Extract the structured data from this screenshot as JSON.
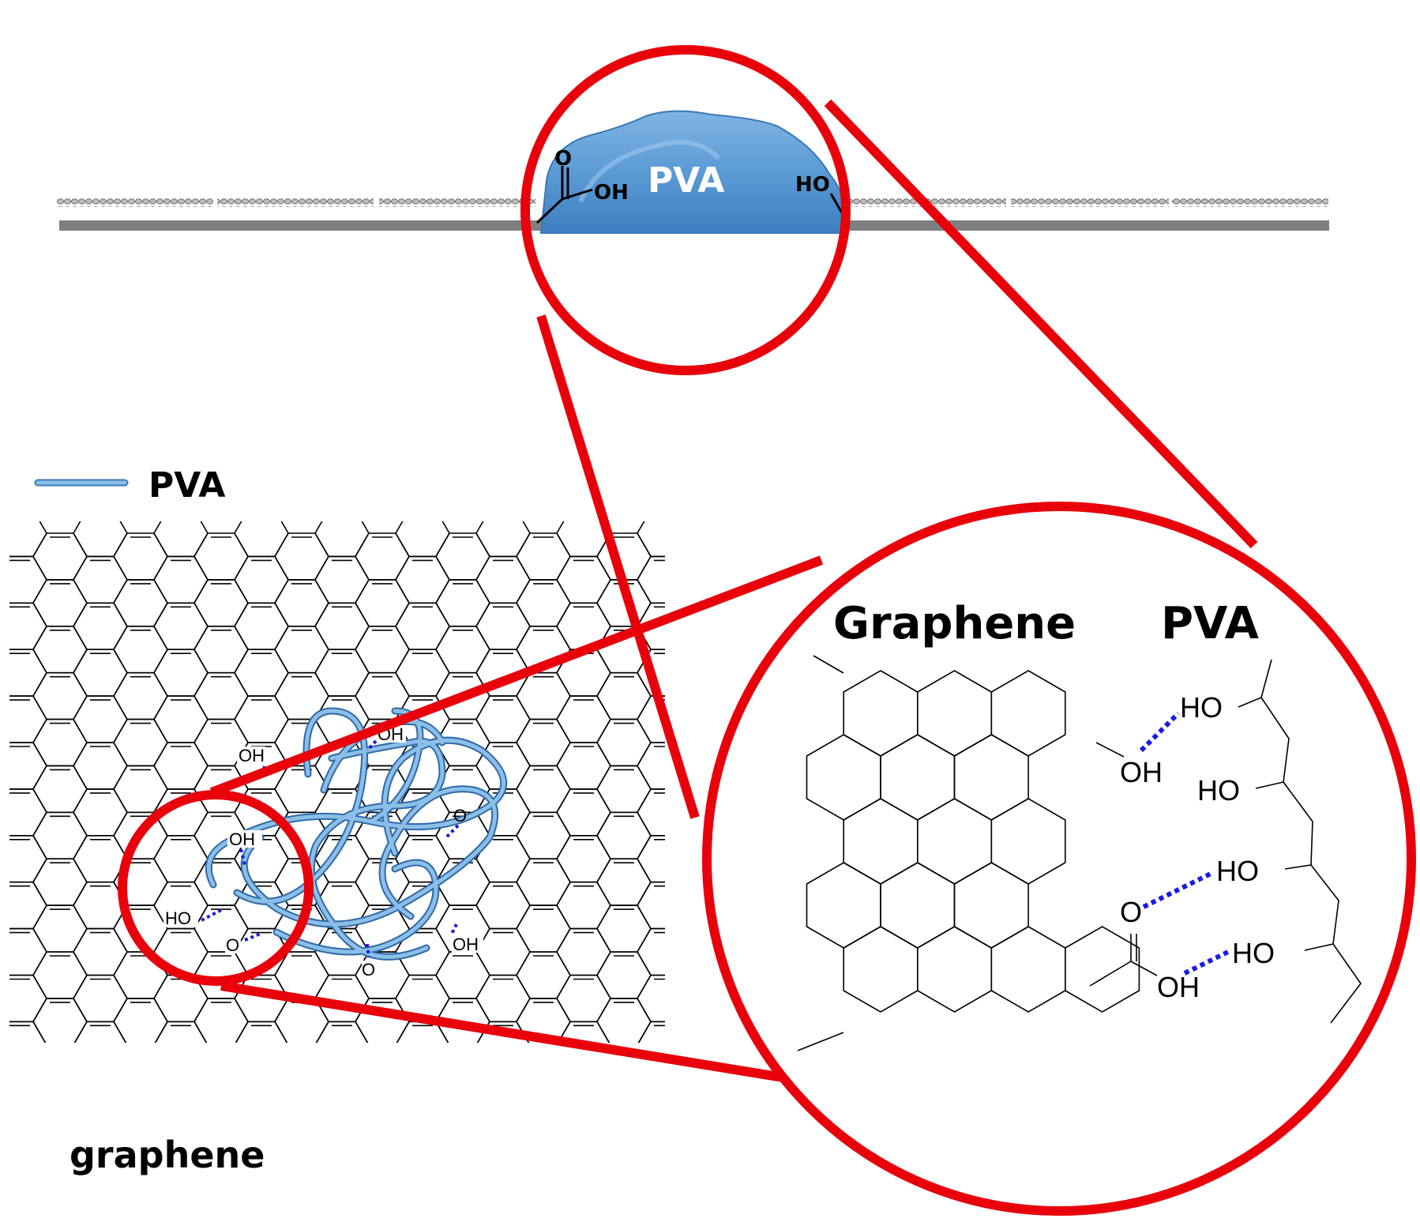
{
  "top_view": {
    "blob_label": "PVA",
    "left_group_o": "O",
    "left_group_oh": "OH",
    "right_group_ho": "HO"
  },
  "legend": {
    "label": "PVA",
    "line_color": "#8cb8dc"
  },
  "graphene_label": "graphene",
  "overview_groups": {
    "oh_upper_left": "OH",
    "oh_top": "OH",
    "o_right": "O",
    "oh_inner": "OH",
    "ho_left": "HO",
    "o_left": "O",
    "oh_right": "OH",
    "o_bottom": "O"
  },
  "zoom_view": {
    "graphene_title": "Graphene",
    "pva_title": "PVA",
    "graphene_oh": "OH",
    "graphene_o": "O",
    "graphene_cooh_oh": "OH",
    "pva_ho_1": "HO",
    "pva_ho_2": "HO",
    "pva_ho_3": "HO",
    "pva_ho_4": "HO"
  },
  "colors": {
    "highlight_red": "#e8000b",
    "pva_blob": "#5b9bd5",
    "pva_coil": "#7aaed8",
    "hbond_blue": "#1a1ae6",
    "substrate_gray": "#7f7f7f"
  }
}
